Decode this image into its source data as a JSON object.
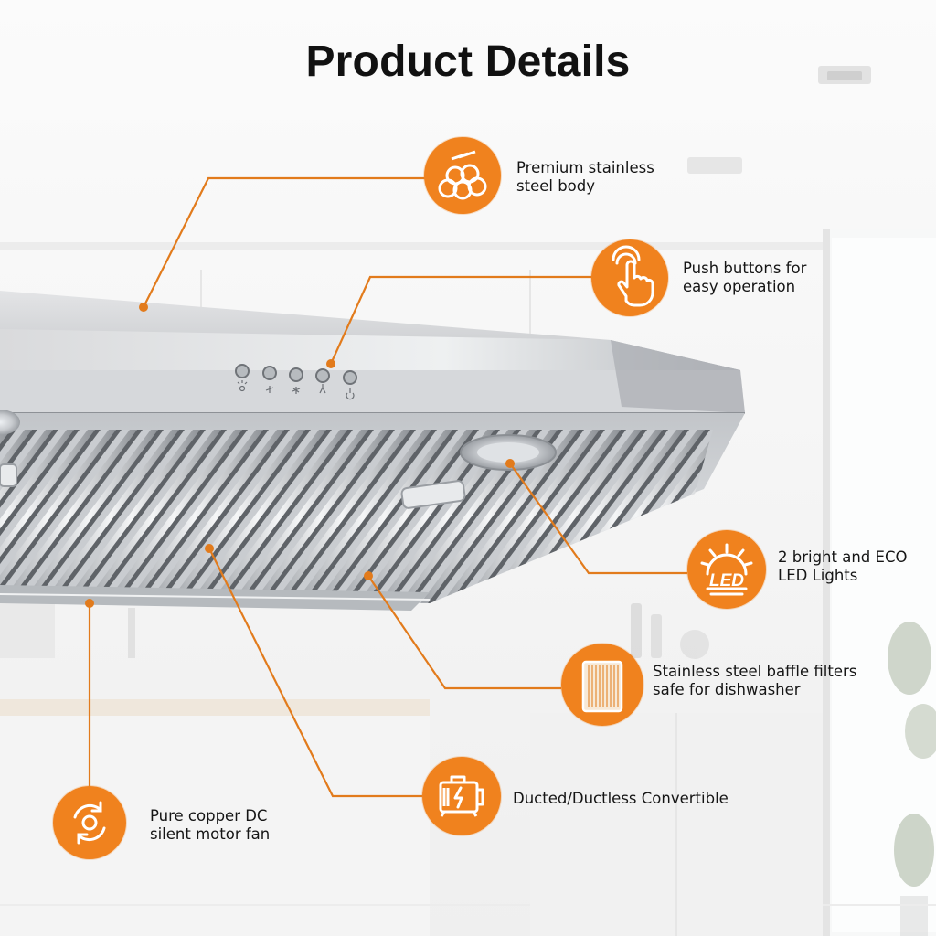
{
  "title": "Product Details",
  "accent_color": "#f0821e",
  "features": [
    {
      "icon": "stainless-steel-icon",
      "label": "Premium stainless\nsteel body"
    },
    {
      "icon": "push-button-icon",
      "label": "Push buttons for\neasy operation"
    },
    {
      "icon": "led-light-icon",
      "icon_text": "LED",
      "label": "2 bright and ECO\nLED Lights"
    },
    {
      "icon": "baffle-filter-icon",
      "label": "Stainless steel baffle filters\nsafe for dishwasher"
    },
    {
      "icon": "motor-icon",
      "label": "Ducted/Ductless Convertible"
    },
    {
      "icon": "motor-fan-icon",
      "label": "Pure copper DC\nsilent motor fan"
    }
  ],
  "control_panel_symbols": [
    "light-symbol",
    "fan-low-symbol",
    "fan-medium-symbol",
    "fan-high-symbol",
    "power-symbol"
  ]
}
